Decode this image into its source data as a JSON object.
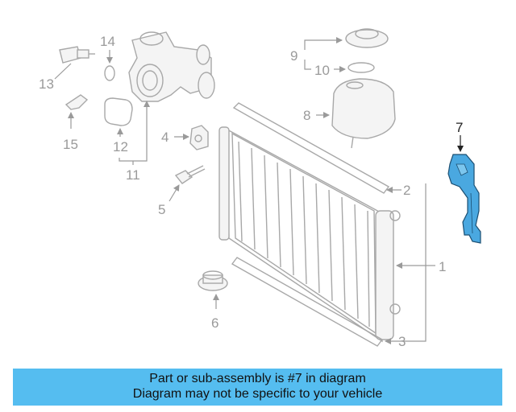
{
  "colors": {
    "highlight": "#4aa8e0",
    "banner_bg": "#55bdf0",
    "part_stroke": "#a8a8a8",
    "callout_text": "#9a9a9a",
    "highlight_callout_text": "#222222"
  },
  "callouts": {
    "c1": "1",
    "c2": "2",
    "c3": "3",
    "c4": "4",
    "c5": "5",
    "c6": "6",
    "c7": "7",
    "c8": "8",
    "c9": "9",
    "c10": "10",
    "c11": "11",
    "c12": "12",
    "c13": "13",
    "c14": "14",
    "c15": "15"
  },
  "banner": {
    "line1": "Part or sub-assembly is #7 in diagram",
    "line2": "Diagram may not be specific to your vehicle"
  }
}
